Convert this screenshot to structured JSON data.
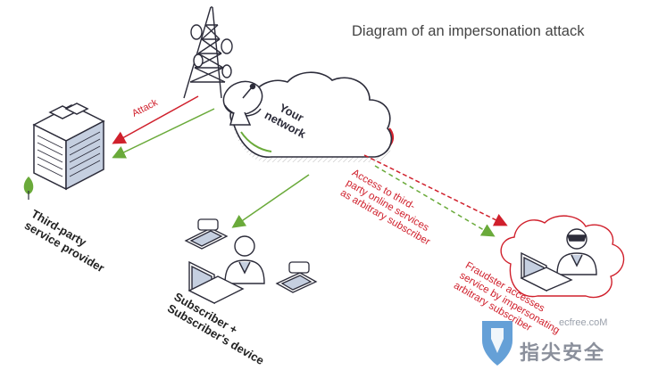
{
  "title": "Diagram of an impersonation attack",
  "labels": {
    "network_line1": "Your",
    "network_line2": "network",
    "attack": "Attack",
    "third_party_line1": "Third-party",
    "third_party_line2": "service provider",
    "subscriber_line1": "Subscriber +",
    "subscriber_line2": "Subscriber's device",
    "access_line1": "Access to third-",
    "access_line2": "party online services",
    "access_line3": "as arbitrary subscriber",
    "fraud_line1": "Fraudster accesses",
    "fraud_line2": "service by impersonating",
    "fraud_line3": "arbitrary subscriber"
  },
  "watermark": {
    "text": "指尖安全",
    "url": "ecfree.coM"
  },
  "colors": {
    "attack_red": "#d0202c",
    "legit_green": "#6aaa3a",
    "outline": "#2c2c3a",
    "device_blue": "#c5cfe0"
  }
}
